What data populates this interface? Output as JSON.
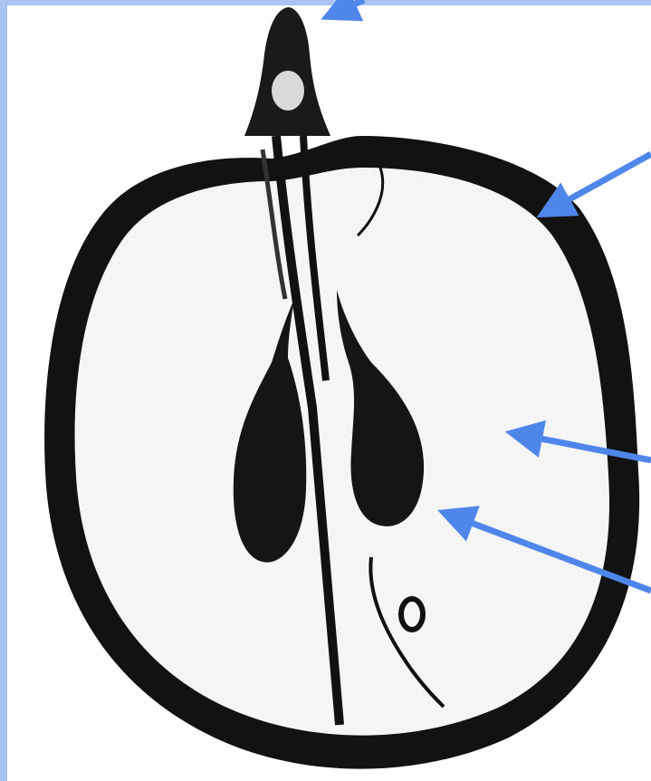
{
  "colors": {
    "frame": "#a9c3f3",
    "arrow": "#4f86ea",
    "ink": "#111111",
    "paper": "#ffffff"
  },
  "illustration": {
    "subject": "seed-cross-section-illustration",
    "arrows": [
      {
        "name": "arrow-to-top-tip"
      },
      {
        "name": "arrow-to-outer-coat"
      },
      {
        "name": "arrow-to-inner-tissue"
      },
      {
        "name": "arrow-to-lobe"
      }
    ]
  }
}
